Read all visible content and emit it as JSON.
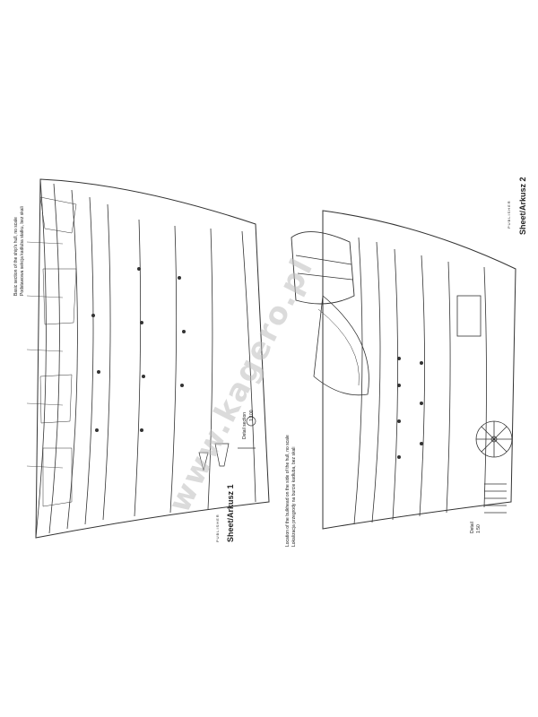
{
  "sheet1": {
    "title": "Sheet/Arkusz 1",
    "note_top": "Basic section of the ship's hull, no scale",
    "note_top2": "Podstawowa sekcja kadłuba statku, bez skali",
    "side_note": "Detail section",
    "side_scale": "1:100"
  },
  "sheet2": {
    "title": "Sheet/Arkusz 2",
    "note_bottom": "Location of the bulkhead on the side of the hull, no scale",
    "note_bottom2": "Lokalizacja przegrody na burcie kadłuba, bez skali",
    "detail_note": "Detail",
    "detail_scale": "1:50"
  },
  "publisher_label": "PUBLISHER",
  "watermark": "www.kagero.pl",
  "colors": {
    "line": "#333333",
    "paper": "#ffffff",
    "watermark": "#bebebe"
  }
}
